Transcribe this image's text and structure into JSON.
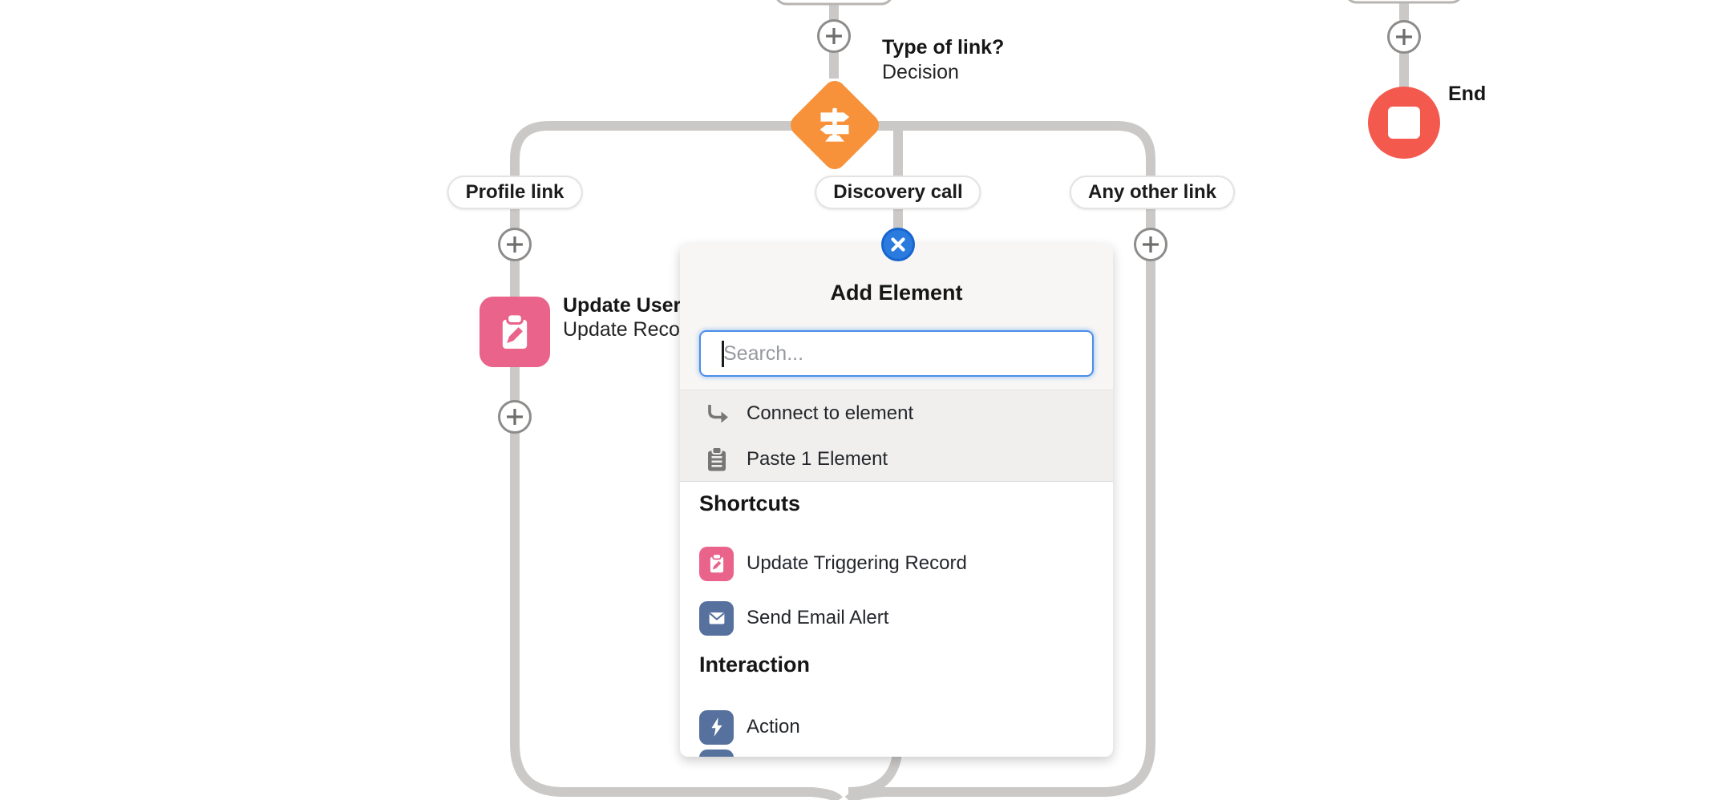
{
  "canvas": {
    "decision_node": {
      "title": "Type of link?",
      "type_label": "Decision"
    },
    "branches": [
      "Profile link",
      "Discovery call",
      "Any other link"
    ],
    "update_node": {
      "title": "Update User",
      "subtitle": "Update Recor"
    },
    "end_node": {
      "label": "End"
    }
  },
  "popup": {
    "title": "Add Element",
    "search": {
      "placeholder": "Search...",
      "value": ""
    },
    "quick_actions": [
      {
        "label": "Connect to element",
        "icon": "connect-arrow-icon"
      },
      {
        "label": "Paste 1 Element",
        "icon": "clipboard-icon"
      }
    ],
    "sections": [
      {
        "heading": "Shortcuts",
        "items": [
          {
            "label": "Update Triggering Record",
            "icon": "record-update-icon"
          },
          {
            "label": "Send Email Alert",
            "icon": "email-icon"
          }
        ]
      },
      {
        "heading": "Interaction",
        "items": [
          {
            "label": "Action",
            "icon": "action-bolt-icon"
          }
        ]
      }
    ]
  },
  "colors": {
    "decision_orange": "#F7923B",
    "record_pink": "#E9638A",
    "slate_blue": "#56719D",
    "end_red": "#F4594E",
    "close_blue": "#2B7BDE",
    "close_ring": "#1765CF",
    "connector": "#CBC9C7",
    "search_blue": "#4A8EE8",
    "icon_gray": "#767676"
  }
}
